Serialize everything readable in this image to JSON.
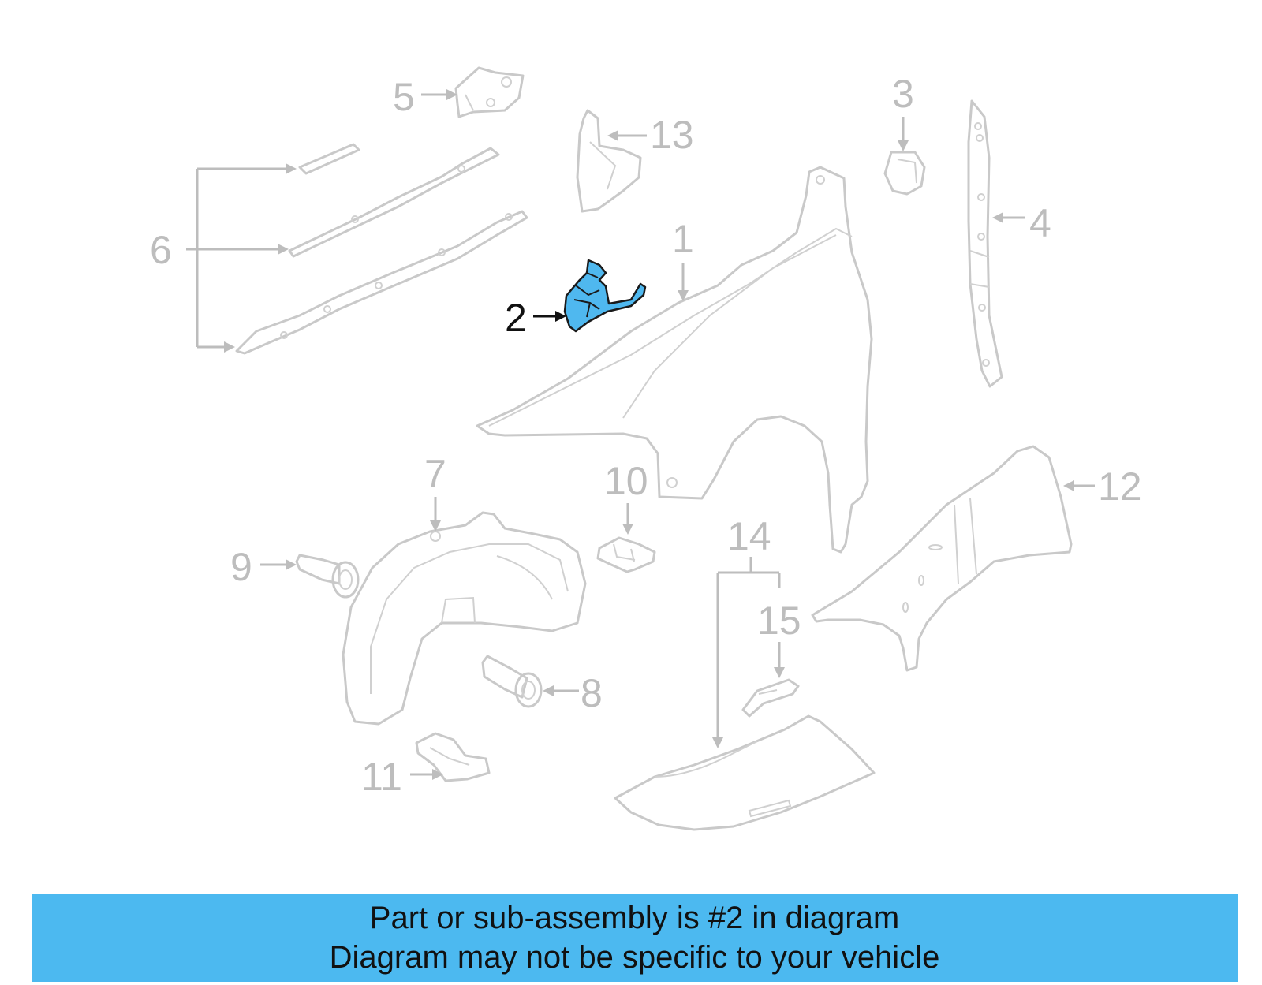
{
  "diagram": {
    "highlight_color": "#4fb8ef",
    "line_color": "#c9c9c9",
    "highlighted_callout": "2",
    "callouts": {
      "c1": "1",
      "c2": "2",
      "c3": "3",
      "c4": "4",
      "c5": "5",
      "c6": "6",
      "c7": "7",
      "c8": "8",
      "c9": "9",
      "c10": "10",
      "c11": "11",
      "c12": "12",
      "c13": "13",
      "c14": "14",
      "c15": "15"
    }
  },
  "banner": {
    "color": "#4cb9f0",
    "line1": "Part or sub-assembly is #2 in diagram",
    "line2": "Diagram may not be specific to your vehicle"
  }
}
